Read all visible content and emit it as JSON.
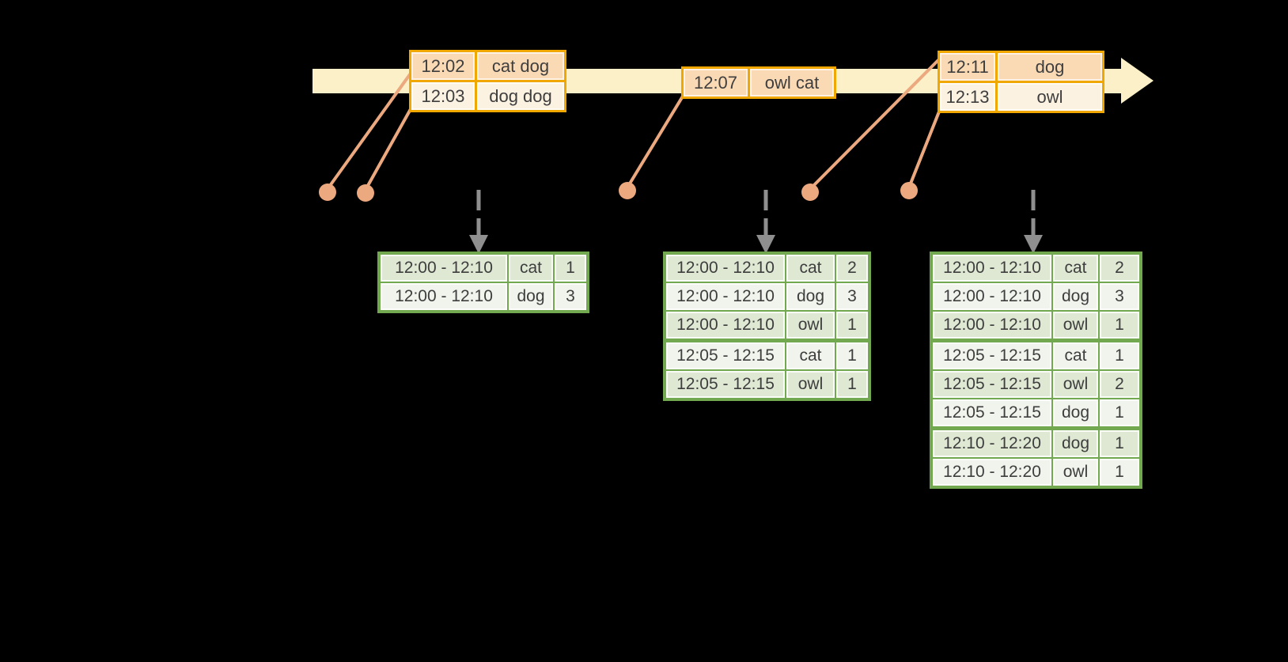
{
  "colors": {
    "background": "#000000",
    "timeline_band": "#fbf0c7",
    "event_border": "#f0a800",
    "event_row_dark": "#fad9b5",
    "event_row_light": "#fcf2e2",
    "table_border": "#72a850",
    "table_row_dark": "#dee8d3",
    "table_row_light": "#f0f4ec",
    "connector_salmon": "#eca87e",
    "trigger_arrow_gray": "#8f8f8f",
    "text": "#3e3e3e"
  },
  "timeline": {
    "event_boxes": [
      {
        "rows": [
          {
            "time": "12:02",
            "words": "cat dog"
          },
          {
            "time": "12:03",
            "words": "dog dog"
          }
        ]
      },
      {
        "rows": [
          {
            "time": "12:07",
            "words": "owl cat"
          }
        ]
      },
      {
        "rows": [
          {
            "time": "12:11",
            "words": "dog"
          },
          {
            "time": "12:13",
            "words": "owl"
          }
        ]
      }
    ]
  },
  "result_tables": [
    {
      "rows": [
        {
          "window": "12:00 - 12:10",
          "word": "cat",
          "count": "1"
        },
        {
          "window": "12:00 - 12:10",
          "word": "dog",
          "count": "3"
        }
      ]
    },
    {
      "rows": [
        {
          "window": "12:00 - 12:10",
          "word": "cat",
          "count": "2"
        },
        {
          "window": "12:00 - 12:10",
          "word": "dog",
          "count": "3"
        },
        {
          "window": "12:00 - 12:10",
          "word": "owl",
          "count": "1"
        },
        {
          "window": "12:05 - 12:15",
          "word": "cat",
          "count": "1"
        },
        {
          "window": "12:05 - 12:15",
          "word": "owl",
          "count": "1"
        }
      ]
    },
    {
      "rows": [
        {
          "window": "12:00 - 12:10",
          "word": "cat",
          "count": "2"
        },
        {
          "window": "12:00 - 12:10",
          "word": "dog",
          "count": "3"
        },
        {
          "window": "12:00 - 12:10",
          "word": "owl",
          "count": "1"
        },
        {
          "window": "12:05 - 12:15",
          "word": "cat",
          "count": "1"
        },
        {
          "window": "12:05 - 12:15",
          "word": "owl",
          "count": "2"
        },
        {
          "window": "12:05 - 12:15",
          "word": "dog",
          "count": "1"
        },
        {
          "window": "12:10 - 12:20",
          "word": "dog",
          "count": "1"
        },
        {
          "window": "12:10 - 12:20",
          "word": "owl",
          "count": "1"
        }
      ]
    }
  ]
}
